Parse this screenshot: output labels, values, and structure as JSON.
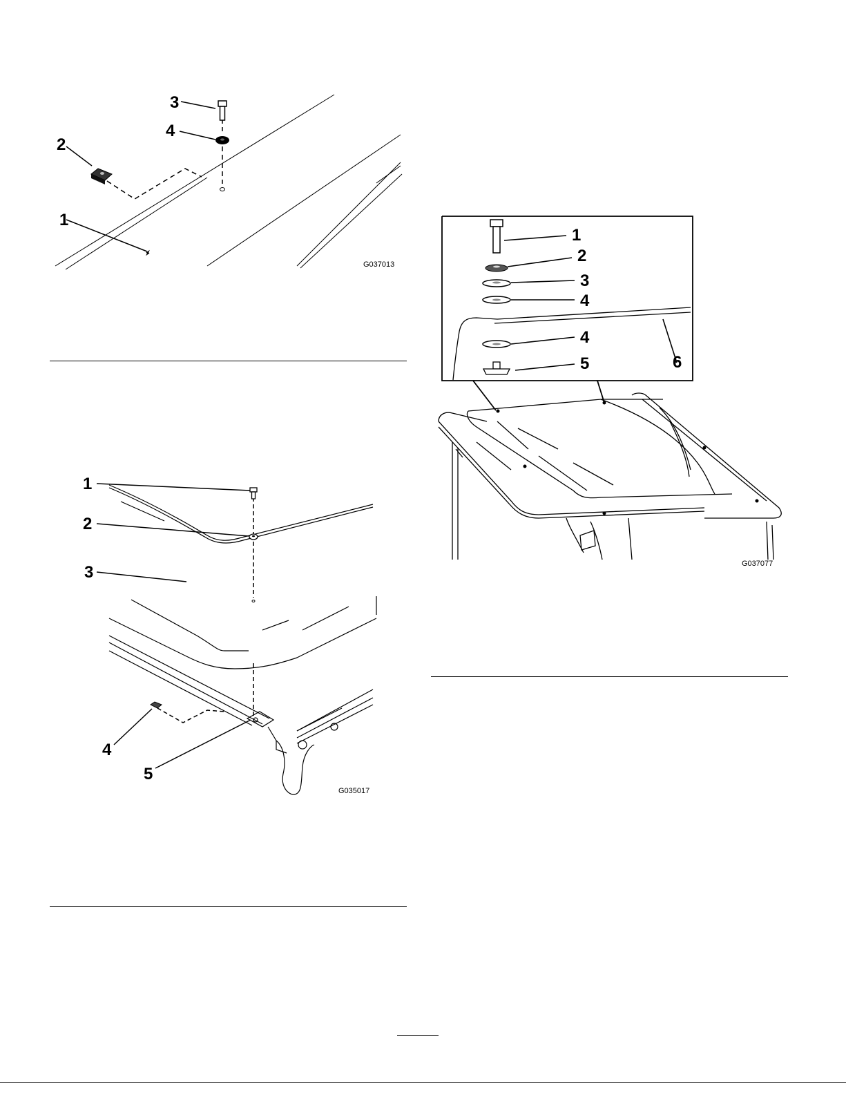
{
  "figures": [
    {
      "code": "G037013",
      "callouts": {
        "c1": "1",
        "c2": "2",
        "c3": "3",
        "c4": "4"
      }
    },
    {
      "code": "G035017",
      "callouts": {
        "c1": "1",
        "c2": "2",
        "c3": "3",
        "c4": "4",
        "c5": "5"
      }
    },
    {
      "code": "G037077",
      "callouts": {
        "c1": "1",
        "c2": "2",
        "c3": "3",
        "c4a": "4",
        "c4b": "4",
        "c5": "5",
        "c6": "6"
      }
    }
  ]
}
